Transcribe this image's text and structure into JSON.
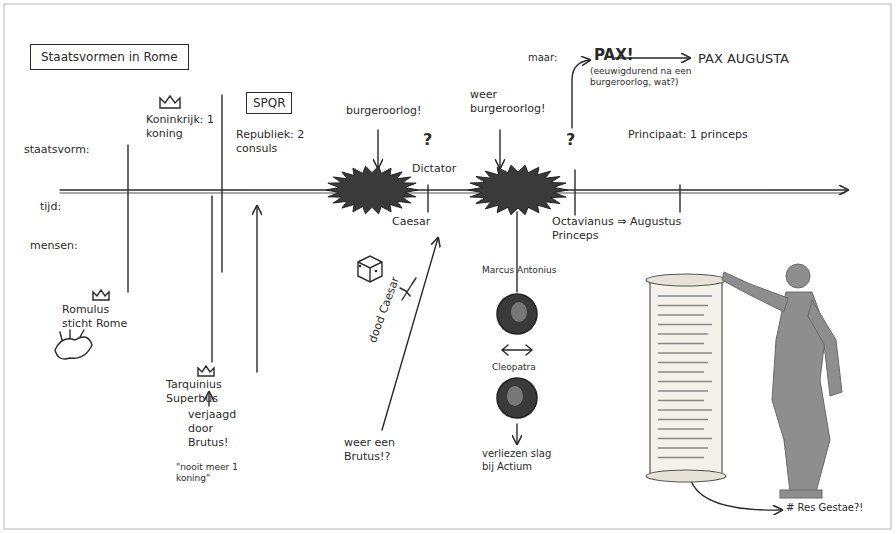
{
  "diagram": {
    "title": "Staatsvormen in Rome",
    "nodes": [
      {
        "text": [
          "SPQR"
        ]
      }
    ],
    "labels": [
      "staatsvorm:",
      "tijd:",
      "mensen:",
      "Koninkrijk: 1 koning",
      "Republiek: 2 consuls",
      "burgeroorlog!",
      "?",
      "Dictator",
      "weer burgeroorlog!",
      "maar:",
      "PAX!",
      "(eeuwigdurend na een burgeroorlog, wat?)",
      "PAX AUGUSTA",
      "?",
      "Principaat: 1 princeps",
      "Caesar",
      "Octavianus ⇒ Augustus Princeps",
      "Romulus sticht Rome",
      "Tarquinius Superbus",
      "verjaagd door Brutus!",
      "\"nooit meer 1 koning\"",
      "dood Caesar",
      "weer een Brutus!?",
      "Marcus Antonius",
      "Cleopatra",
      "verliezen slag bij Actium",
      "# Res Gestae?!"
    ]
  }
}
